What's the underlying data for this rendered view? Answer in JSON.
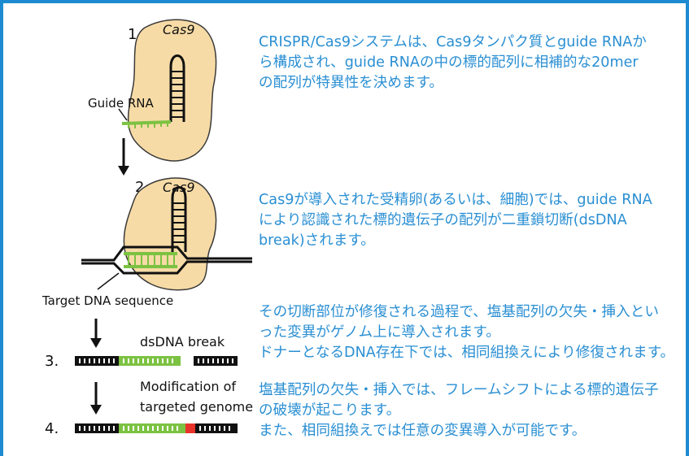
{
  "diagram": {
    "step1": {
      "number": "1.",
      "protein_label": "Cas9",
      "rna_label": "Guide RNA"
    },
    "step2": {
      "number": "2.",
      "protein_label": "Cas9",
      "target_label": "Target DNA sequence"
    },
    "step3": {
      "number": "3.",
      "break_label": "dsDNA break"
    },
    "step4": {
      "number": "4.",
      "modification_label_line1": "Modification of",
      "modification_label_line2": "targeted genome"
    }
  },
  "descriptions": [
    {
      "text": "CRISPR/Cas9システムは、Cas9タンパク質とguide RNAか\nら構成され、guide RNAの中の標的配列に相補的な20mer\nの配列が特異性を決めます。"
    },
    {
      "text": "Cas9が導入された受精卵(あるいは、細胞)では、guide RNA\nにより認識された標的遺伝子の配列が二重鎖切断(dsDNA\nbreak)されます。"
    },
    {
      "text": "その切断部位が修復される過程で、塩基配列の欠失・挿入とい\nった変異がゲノム上に導入されます。\nドナーとなるDNA存在下では、相同組換えにより修復されます。"
    },
    {
      "text": "塩基配列の欠失・挿入では、フレームシフトによる標的遺伝子\nの破壊が起こります。\nまた、相同組換えでは任意の変異導入が可能です。"
    }
  ],
  "colors": {
    "border": "#1c8bd0",
    "text": "#2a8fd3",
    "cas9_fill": "#f7dba6",
    "guide_green": "#7cc242",
    "mutation_red": "#e8332a",
    "dna_black": "#111111"
  }
}
